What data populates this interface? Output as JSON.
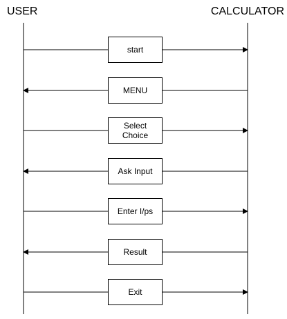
{
  "actors": {
    "left": "USER",
    "right": "CALCULATOR"
  },
  "messages": [
    {
      "label": "start",
      "direction": "user-to-calculator"
    },
    {
      "label": "MENU",
      "direction": "calculator-to-user"
    },
    {
      "label": "Select\nChoice",
      "direction": "user-to-calculator"
    },
    {
      "label": "Ask Input",
      "direction": "calculator-to-user"
    },
    {
      "label": "Enter I/ps",
      "direction": "user-to-calculator"
    },
    {
      "label": "Result",
      "direction": "calculator-to-user"
    },
    {
      "label": "Exit",
      "direction": "user-to-calculator"
    }
  ]
}
